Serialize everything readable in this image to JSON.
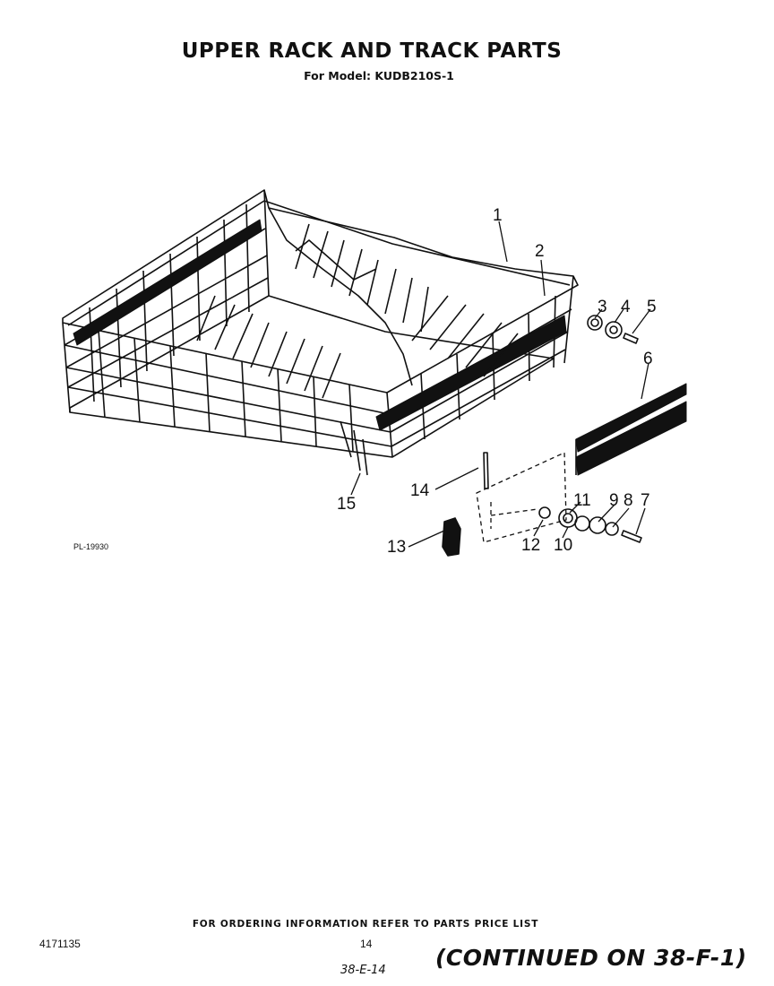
{
  "header": {
    "title": "UPPER RACK AND TRACK PARTS",
    "model": "For Model: KUDB210S-1"
  },
  "callouts": [
    "1",
    "2",
    "3",
    "4",
    "5",
    "6",
    "7",
    "8",
    "9",
    "10",
    "11",
    "12",
    "13",
    "14",
    "15"
  ],
  "drawing_code": "PL-19930",
  "footer": {
    "ordering_note": "FOR ORDERING INFORMATION REFER TO PARTS PRICE LIST",
    "part_number": "4171135",
    "page_number": "14",
    "handwritten_ref": "38-E-14",
    "continued": "(CONTINUED ON 38-F-1)"
  }
}
